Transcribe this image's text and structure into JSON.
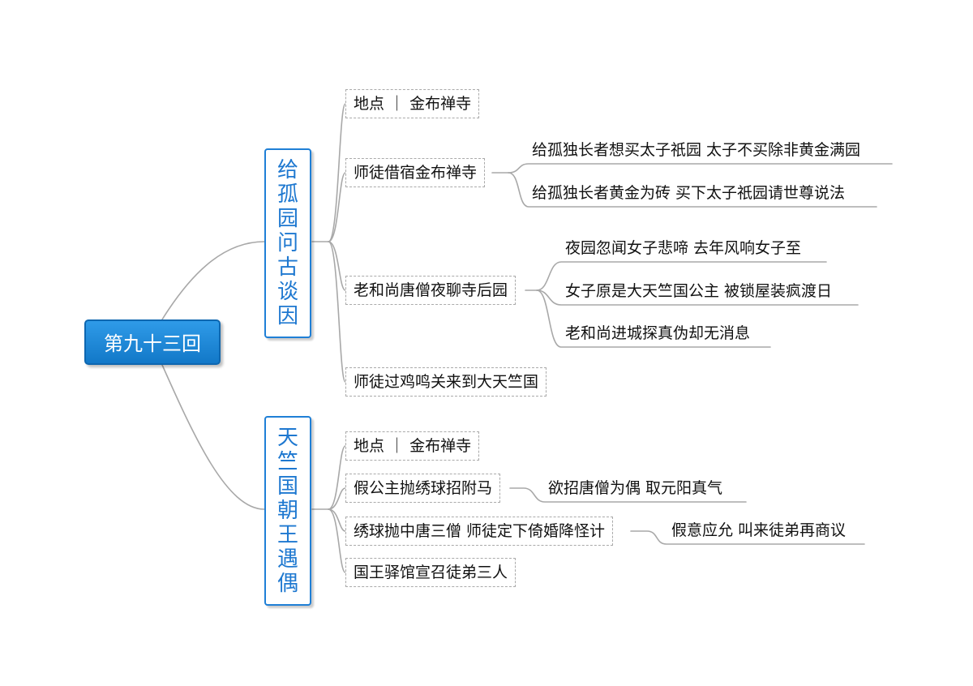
{
  "root": {
    "label": "第九十三回"
  },
  "branches": [
    {
      "title_chars": [
        "给",
        "孤",
        "园",
        "问",
        "古",
        "谈",
        "因"
      ],
      "nodes": [
        {
          "label": "地点 ｜ 金布禅寺"
        },
        {
          "label": "师徒借宿金布禅寺",
          "leaves": [
            "给孤独长者想买太子祇园 太子不买除非黄金满园",
            "给孤独长者黄金为砖 买下太子祇园请世尊说法"
          ]
        },
        {
          "label": "老和尚唐僧夜聊寺后园",
          "leaves": [
            "夜园忽闻女子悲啼 去年风响女子至",
            "女子原是大天竺国公主 被锁屋装疯渡日",
            "老和尚进城探真伪却无消息"
          ]
        },
        {
          "label": "师徒过鸡鸣关来到大天竺国"
        }
      ]
    },
    {
      "title_chars": [
        "天",
        "竺",
        "国",
        "朝",
        "王",
        "遇",
        "偶"
      ],
      "nodes": [
        {
          "label": "地点 ｜ 金布禅寺"
        },
        {
          "label": "假公主抛绣球招附马",
          "leaves": [
            "欲招唐僧为偶  取元阳真气"
          ]
        },
        {
          "label": "绣球抛中唐三僧 师徒定下倚婚降怪计",
          "leaves": [
            "假意应允 叫来徒弟再商议"
          ]
        },
        {
          "label": "国王驿馆宣召徒弟三人"
        }
      ]
    }
  ]
}
